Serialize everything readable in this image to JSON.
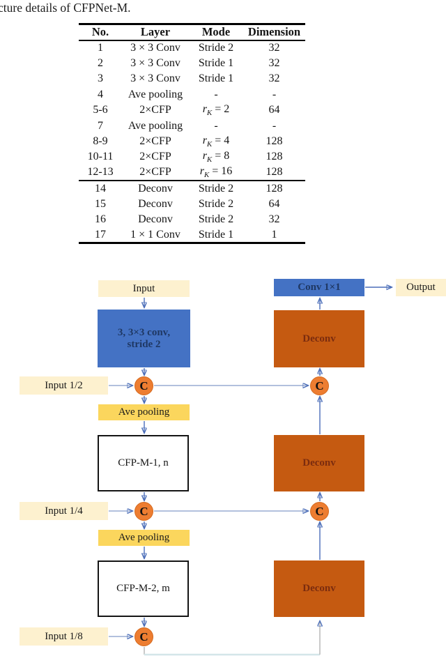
{
  "caption": "cture details of CFPNet-M.",
  "table": {
    "headers": [
      "No.",
      "Layer",
      "Mode",
      "Dimension"
    ],
    "section_break_index": 9,
    "rows": [
      [
        "1",
        "3 × 3 Conv",
        "Stride 2",
        "32"
      ],
      [
        "2",
        "3 × 3 Conv",
        "Stride 1",
        "32"
      ],
      [
        "3",
        "3 × 3 Conv",
        "Stride 1",
        "32"
      ],
      [
        "4",
        "Ave pooling",
        "-",
        "-"
      ],
      [
        "5-6",
        "2×CFP",
        "rK = 2",
        "64"
      ],
      [
        "7",
        "Ave pooling",
        "-",
        "-"
      ],
      [
        "8-9",
        "2×CFP",
        "rK = 4",
        "128"
      ],
      [
        "10-11",
        "2×CFP",
        "rK = 8",
        "128"
      ],
      [
        "12-13",
        "2×CFP",
        "rK = 16",
        "128"
      ],
      [
        "14",
        "Deconv",
        "Stride 2",
        "128"
      ],
      [
        "15",
        "Deconv",
        "Stride 2",
        "64"
      ],
      [
        "16",
        "Deconv",
        "Stride 2",
        "32"
      ],
      [
        "17",
        "1 × 1 Conv",
        "Stride 1",
        "1"
      ]
    ]
  },
  "diagram": {
    "labels": {
      "input": "Input",
      "input_half": "Input 1/2",
      "input_quarter": "Input 1/4",
      "input_eighth": "Input 1/8",
      "output": "Output",
      "conv_stem_line1": "3, 3×3 conv,",
      "conv_stem_line2": "stride 2",
      "ave_pooling": "Ave pooling",
      "cfp_block1": "CFP-M-1, n",
      "cfp_block2": "CFP-M-2, m",
      "deconv": "Deconv",
      "conv_1x1": "Conv 1×1",
      "concat": "C"
    },
    "colors": {
      "conv_blue": "#4472C4",
      "conv_text": "#1F3864",
      "deconv_orange": "#C55A11",
      "deconv_text": "#7B2C0F",
      "concat_circle": "#ED7D31",
      "label_cream": "#FDF1CF",
      "pooling_gold": "#FBD65D",
      "arrow_blue": "#3A62AE"
    }
  }
}
